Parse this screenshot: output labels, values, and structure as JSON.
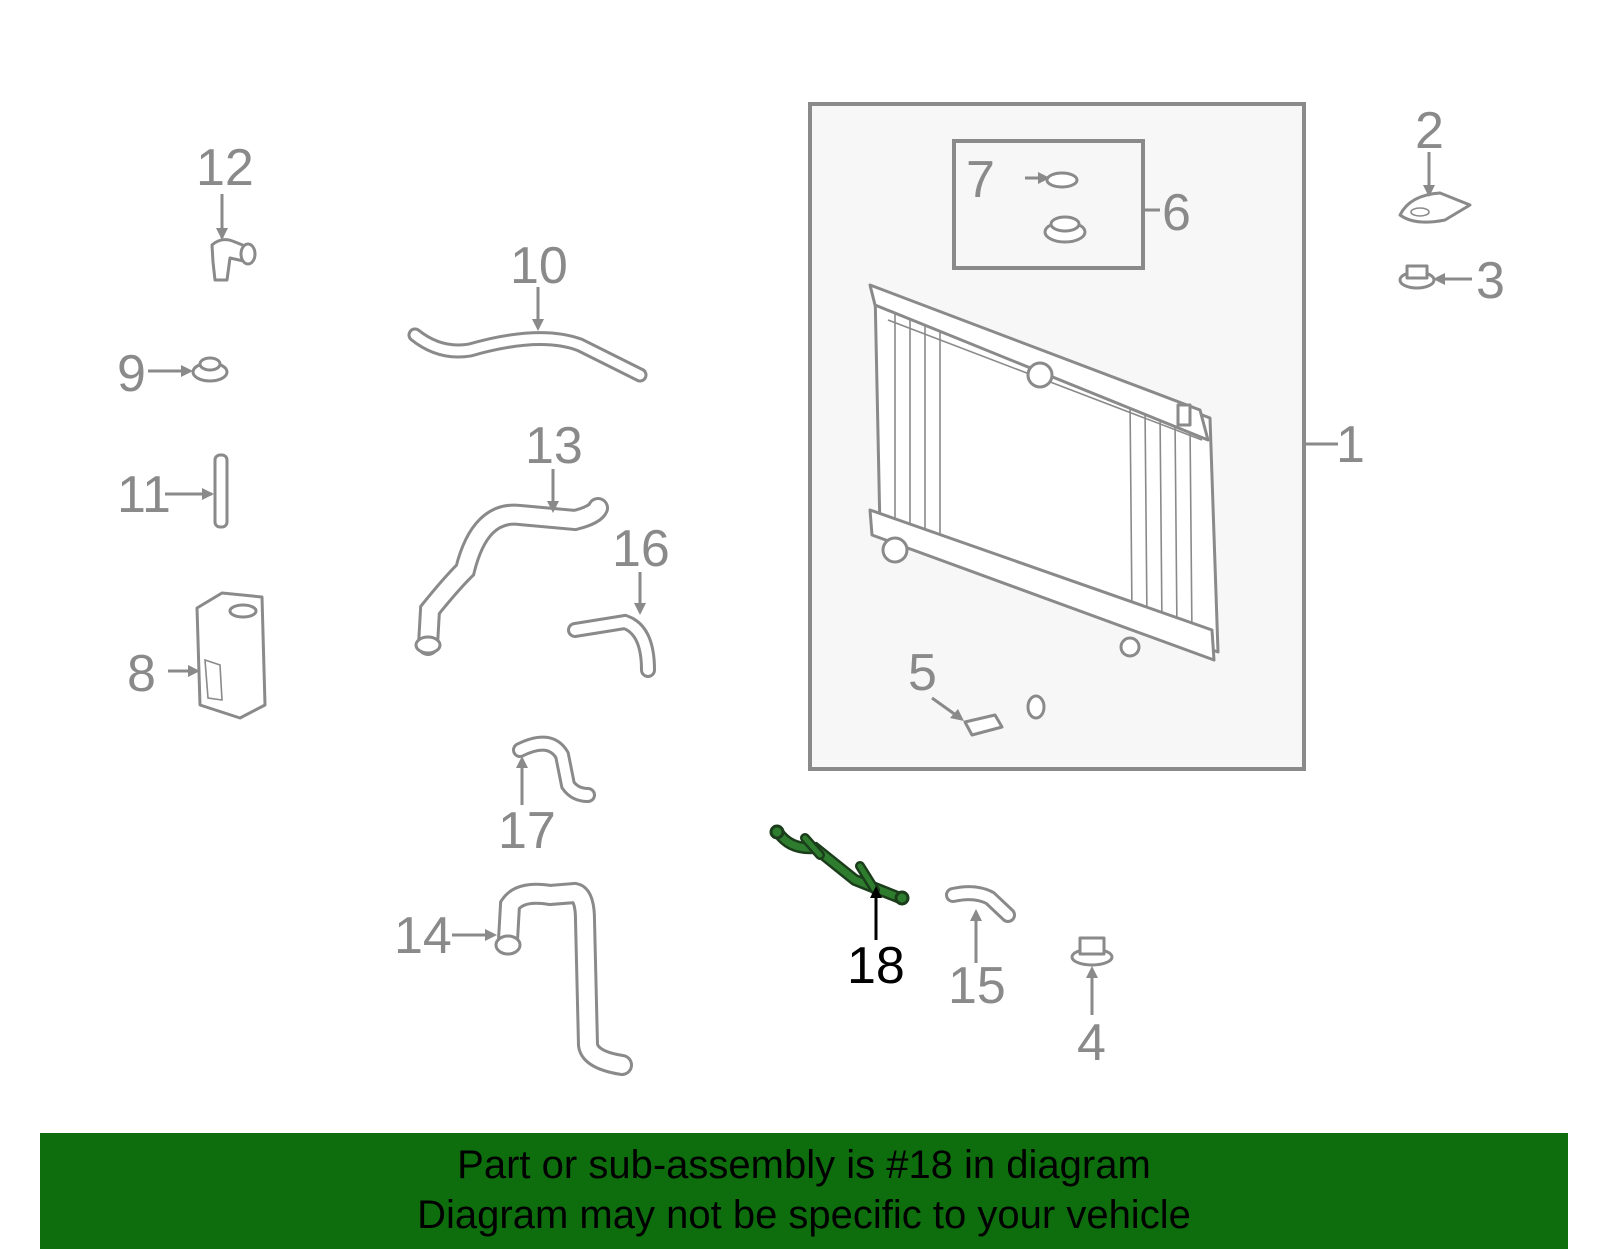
{
  "diagram": {
    "highlight_color": "#2e7d2e",
    "highlighted_part": "18",
    "callouts": [
      {
        "id": "p1",
        "label": "1"
      },
      {
        "id": "p2",
        "label": "2"
      },
      {
        "id": "p3",
        "label": "3"
      },
      {
        "id": "p4",
        "label": "4"
      },
      {
        "id": "p5",
        "label": "5"
      },
      {
        "id": "p6",
        "label": "6"
      },
      {
        "id": "p7",
        "label": "7"
      },
      {
        "id": "p8",
        "label": "8"
      },
      {
        "id": "p9",
        "label": "9"
      },
      {
        "id": "p10",
        "label": "10"
      },
      {
        "id": "p11",
        "label": "11"
      },
      {
        "id": "p12",
        "label": "12"
      },
      {
        "id": "p13",
        "label": "13"
      },
      {
        "id": "p14",
        "label": "14"
      },
      {
        "id": "p15",
        "label": "15"
      },
      {
        "id": "p16",
        "label": "16"
      },
      {
        "id": "p17",
        "label": "17"
      },
      {
        "id": "p18",
        "label": "18"
      }
    ]
  },
  "banner": {
    "background": "#0e6e0e",
    "line1": "Part or sub-assembly is #18 in diagram",
    "line2": "Diagram may not be specific to your vehicle"
  }
}
